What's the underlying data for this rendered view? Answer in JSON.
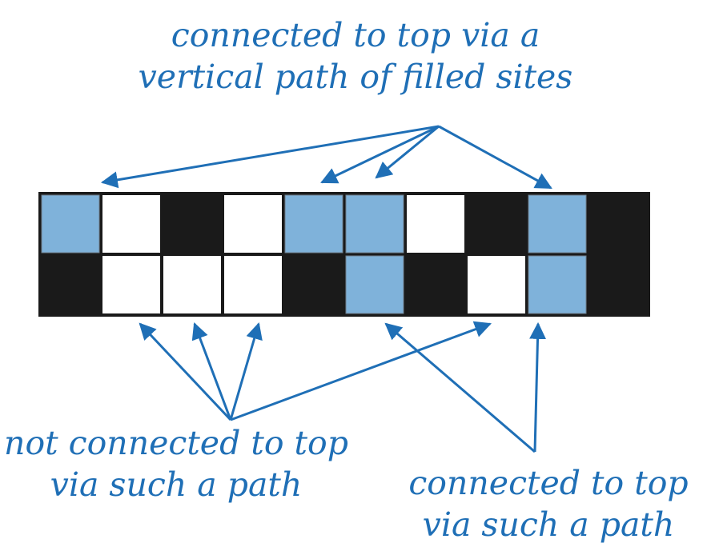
{
  "labels": {
    "top": [
      "connected to top via a",
      "vertical path of filled sites"
    ],
    "bottom_left": [
      "not connected to top",
      "via such a path"
    ],
    "bottom_right": [
      "connected to top",
      "via such a path"
    ]
  },
  "grid": {
    "rows": [
      [
        "full",
        "open",
        "blocked",
        "open",
        "full",
        "full",
        "open",
        "blocked",
        "full",
        "blocked"
      ],
      [
        "blocked",
        "open",
        "open",
        "open",
        "blocked",
        "full",
        "blocked",
        "open",
        "full",
        "blocked"
      ]
    ]
  },
  "colors": {
    "blocked": "#1a1a1a",
    "open": "#ffffff",
    "full": "#7fb2da",
    "accent": "#1f6fb6"
  }
}
